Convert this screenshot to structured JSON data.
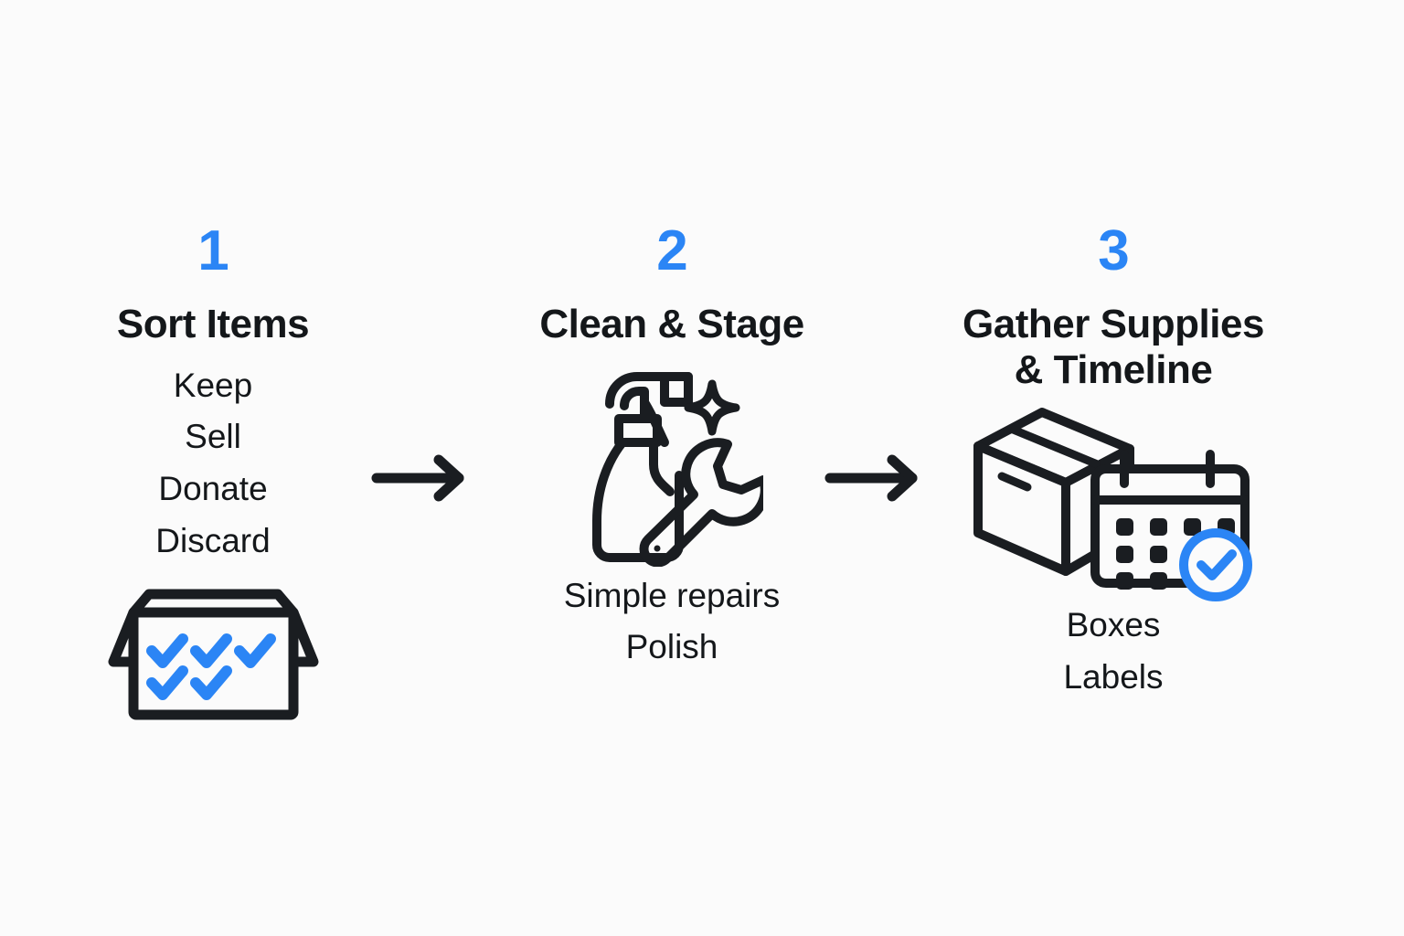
{
  "theme": {
    "background": "#FBFBFB",
    "accent_blue": "#2B85F5",
    "ink": "#14171A"
  },
  "diagram": {
    "type": "process-flow",
    "orientation": "horizontal",
    "step_count": 3,
    "connector": "arrow-right"
  },
  "steps": [
    {
      "number": "1",
      "title": "Sort Items",
      "items_text": "Keep\nSell\nDonate\nDiscard",
      "items": [
        "Keep",
        "Sell",
        "Donate",
        "Discard"
      ],
      "icon": "open-box-with-checkmarks-icon",
      "icon_position": "below-text",
      "checkmark_count": 5,
      "checkmark_color": "#2B85F5"
    },
    {
      "number": "2",
      "title": "Clean & Stage",
      "items_text": "Simple repairs\nPolish",
      "items": [
        "Simple repairs",
        "Polish"
      ],
      "icon": "spray-bottle-wrench-sparkle-icon",
      "icon_position": "above-text"
    },
    {
      "number": "3",
      "title": "Gather Supplies\n& Timeline",
      "items_text": "Boxes\nLabels",
      "items": [
        "Boxes",
        "Labels"
      ],
      "icon": "shipping-box-calendar-check-icon",
      "icon_position": "above-text",
      "badge": "check-circle-badge",
      "badge_color": "#2B85F5"
    }
  ],
  "arrows": [
    {
      "name": "arrow-step-1-to-2",
      "direction": "right"
    },
    {
      "name": "arrow-step-2-to-3",
      "direction": "right"
    }
  ]
}
